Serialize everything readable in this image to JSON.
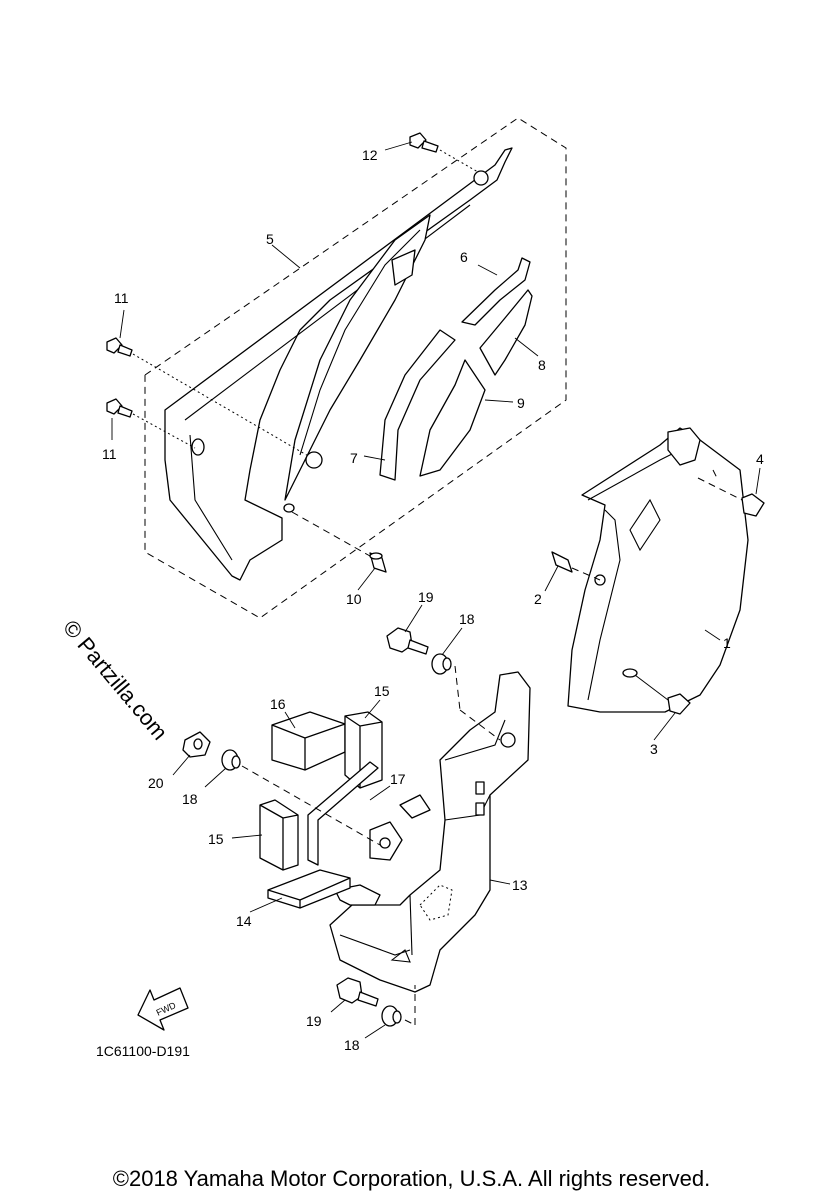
{
  "diagram_code": "1C61100-D191",
  "watermark": "© Partzilla.com",
  "fwd_label": "FWD",
  "copyright": "©2018 Yamaha Motor Corporation, U.S.A. All rights reserved.",
  "callouts": {
    "c1": "1",
    "c2": "2",
    "c3": "3",
    "c4": "4",
    "c5": "5",
    "c6": "6",
    "c7": "7",
    "c8": "8",
    "c9": "9",
    "c10": "10",
    "c11a": "11",
    "c11b": "11",
    "c12": "12",
    "c13": "13",
    "c14": "14",
    "c15a": "15",
    "c15b": "15",
    "c16": "16",
    "c17": "17",
    "c18a": "18",
    "c18b": "18",
    "c18c": "18",
    "c19a": "19",
    "c19b": "19",
    "c20": "20"
  }
}
